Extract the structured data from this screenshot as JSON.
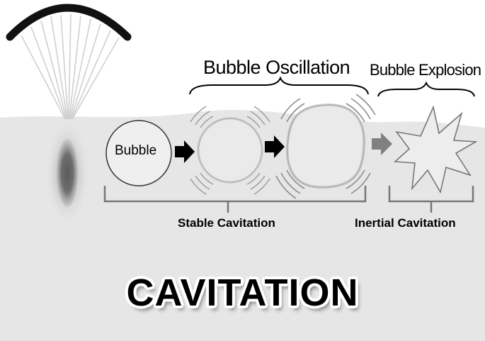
{
  "labels": {
    "bubble_oscillation": "Bubble Oscillation",
    "bubble_explosion": "Bubble Explosion",
    "bubble": "Bubble",
    "stable_cavitation": "Stable Cavitation",
    "inertial_cavitation": "Inertial Cavitation"
  },
  "title": "CAVITATION",
  "colors": {
    "tissue": "#e6e6e6",
    "transducer": "#111111",
    "arrow_dark": "#000000",
    "arrow_light": "#808080",
    "bracket": "#777777"
  }
}
